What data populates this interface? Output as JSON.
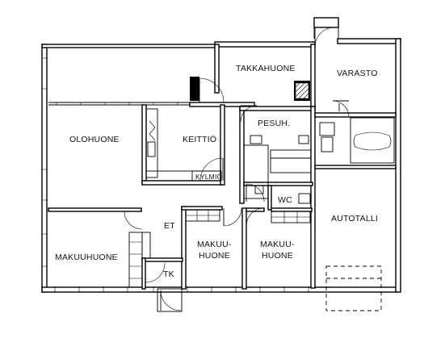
{
  "rooms": {
    "takkahuone": "TAKKAHUONE",
    "varasto": "VARASTO",
    "olohuone": "OLOHUONE",
    "keittio": "KEITTIÖ",
    "pesuh": "PESUH.",
    "kylmio": "KYLMIÖ",
    "wc": "WC",
    "autotalli": "AUTOTALLI",
    "et": "ET",
    "makuuhuone": "MAKUUHUONE",
    "makuu1_line1": "MAKUU-",
    "makuu1_line2": "HUONE",
    "makuu2_line1": "MAKUU-",
    "makuu2_line2": "HUONE",
    "tk": "TK"
  }
}
